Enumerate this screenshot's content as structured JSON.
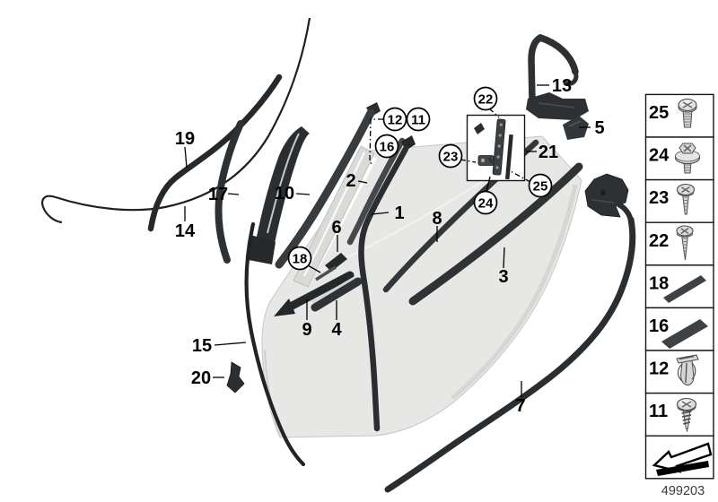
{
  "figure": {
    "number": "499203"
  },
  "callouts": {
    "n1": "1",
    "n2": "2",
    "n3": "3",
    "n4": "4",
    "n5": "5",
    "n6": "6",
    "n7": "7",
    "n8": "8",
    "n9": "9",
    "n10": "10",
    "n11": "11",
    "n12": "12",
    "n13": "13",
    "n14": "14",
    "n15": "15",
    "n16": "16",
    "n17": "17",
    "n18": "18",
    "n19": "19",
    "n20": "20",
    "n21": "21",
    "n22": "22",
    "n23": "23",
    "n24": "24",
    "n25": "25"
  },
  "sidebar": {
    "items": [
      {
        "label": "25",
        "icon": "pan-head-screw"
      },
      {
        "label": "24",
        "icon": "screw-with-washer"
      },
      {
        "label": "23",
        "icon": "self-tapping-screw"
      },
      {
        "label": "22",
        "icon": "self-tapping-screw-long"
      },
      {
        "label": "18",
        "icon": "adhesive-strip"
      },
      {
        "label": "16",
        "icon": "adhesive-strip-wide"
      },
      {
        "label": "12",
        "icon": "expanding-rivet"
      },
      {
        "label": "11",
        "icon": "round-head-screw"
      }
    ],
    "footer": {
      "icon": "direction-arrow"
    },
    "figure_number": "499203"
  }
}
